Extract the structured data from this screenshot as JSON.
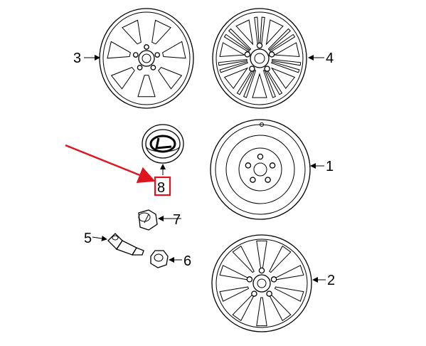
{
  "diagram": {
    "callouts": {
      "c1": "1",
      "c2": "2",
      "c3": "3",
      "c4": "4",
      "c5": "5",
      "c6": "6",
      "c7": "7",
      "c8": "8"
    },
    "highlight_color": "#e0141e",
    "pointer_color": "#e0141e"
  }
}
